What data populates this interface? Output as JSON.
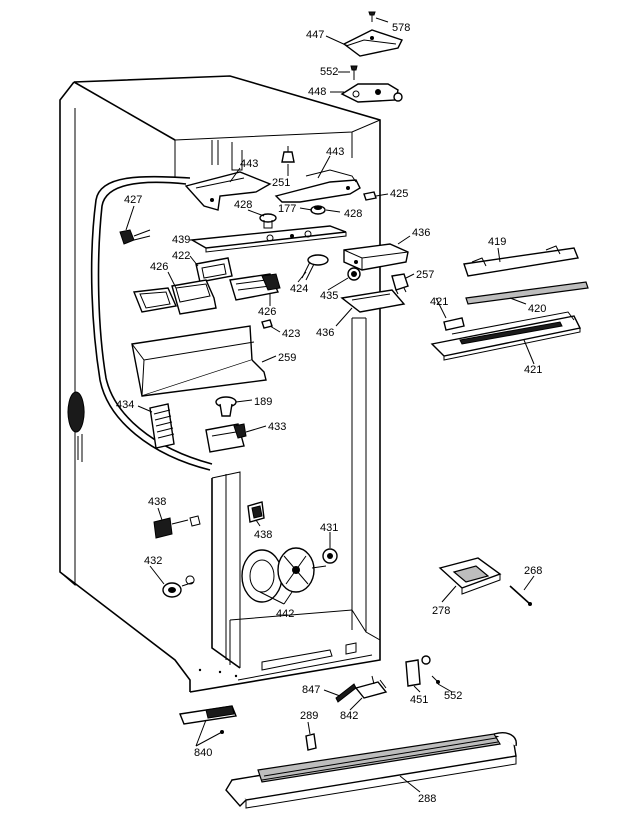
{
  "diagram": {
    "title": "",
    "callouts": [
      {
        "id": "c578",
        "text": "578"
      },
      {
        "id": "c447",
        "text": "447"
      },
      {
        "id": "c552a",
        "text": "552"
      },
      {
        "id": "c448",
        "text": "448"
      },
      {
        "id": "c443a",
        "text": "443"
      },
      {
        "id": "c443b",
        "text": "443"
      },
      {
        "id": "c251",
        "text": "251"
      },
      {
        "id": "c425",
        "text": "425"
      },
      {
        "id": "c427",
        "text": "427"
      },
      {
        "id": "c428a",
        "text": "428"
      },
      {
        "id": "c177",
        "text": "177"
      },
      {
        "id": "c428b",
        "text": "428"
      },
      {
        "id": "c436a",
        "text": "436"
      },
      {
        "id": "c439",
        "text": "439"
      },
      {
        "id": "c419",
        "text": "419"
      },
      {
        "id": "c422",
        "text": "422"
      },
      {
        "id": "c426a",
        "text": "426"
      },
      {
        "id": "c424",
        "text": "424"
      },
      {
        "id": "c257",
        "text": "257"
      },
      {
        "id": "c435",
        "text": "435"
      },
      {
        "id": "c426b",
        "text": "426"
      },
      {
        "id": "c421a",
        "text": "421"
      },
      {
        "id": "c420",
        "text": "420"
      },
      {
        "id": "c436b",
        "text": "436"
      },
      {
        "id": "c423",
        "text": "423"
      },
      {
        "id": "c259",
        "text": "259"
      },
      {
        "id": "c421b",
        "text": "421"
      },
      {
        "id": "c189",
        "text": "189"
      },
      {
        "id": "c434",
        "text": "434"
      },
      {
        "id": "c433",
        "text": "433"
      },
      {
        "id": "c438a",
        "text": "438"
      },
      {
        "id": "c438b",
        "text": "438"
      },
      {
        "id": "c431",
        "text": "431"
      },
      {
        "id": "c432",
        "text": "432"
      },
      {
        "id": "c442",
        "text": "442"
      },
      {
        "id": "c268",
        "text": "268"
      },
      {
        "id": "c278",
        "text": "278"
      },
      {
        "id": "c847",
        "text": "847"
      },
      {
        "id": "c842",
        "text": "842"
      },
      {
        "id": "c451",
        "text": "451"
      },
      {
        "id": "c552b",
        "text": "552"
      },
      {
        "id": "c289",
        "text": "289"
      },
      {
        "id": "c840",
        "text": "840"
      },
      {
        "id": "c288",
        "text": "288"
      }
    ]
  }
}
